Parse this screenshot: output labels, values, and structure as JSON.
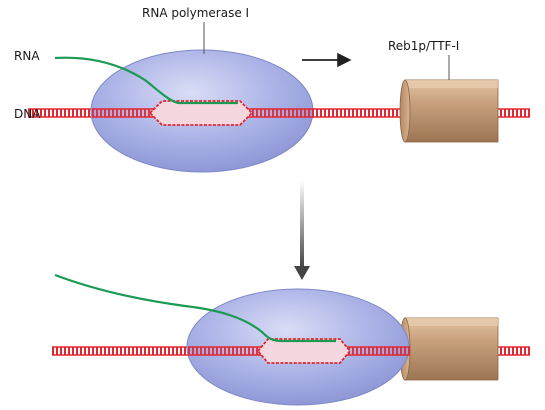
{
  "labels": {
    "rna_polymerase": "RNA polymerase I",
    "rna": "RNA",
    "dna": "DNA",
    "terminator": "Reb1p/TTF-I"
  },
  "colors": {
    "polymerase_fill": "#a9b3e6",
    "polymerase_edge": "#7e88c8",
    "dna": "#e2262f",
    "rna": "#1a9a52",
    "terminator_fill": "#c29a75",
    "arrow": "#333333",
    "leader": "#555555"
  }
}
